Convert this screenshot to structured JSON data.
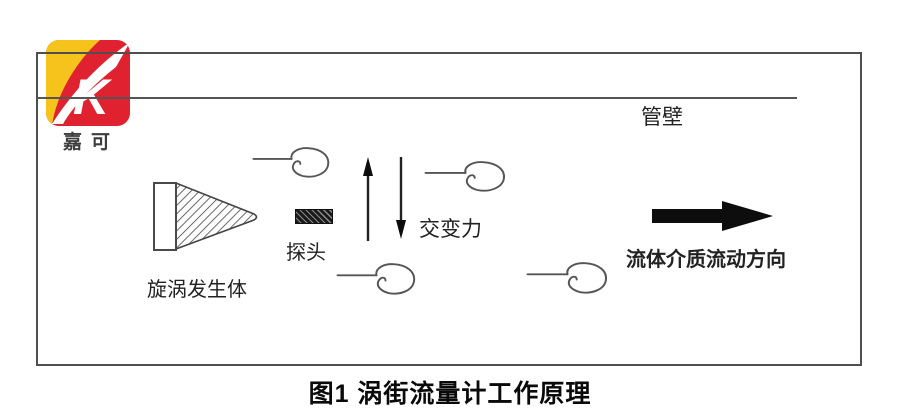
{
  "logo": {
    "brand_text": "嘉可",
    "icon": "jiake-k-swoosh-logo",
    "colors": {
      "red": "#E02230",
      "yellow": "#F5C31B",
      "mark": "#FFFFFF"
    }
  },
  "diagram": {
    "labels": {
      "pipe_wall": "管壁",
      "vortex_generator": "旋涡发生体",
      "probe": "探头",
      "alternating_force": "交变力",
      "flow_direction": "流体介质流动方向"
    },
    "icons": {
      "swirl": "vortex-swirl-icon",
      "force_up": "up-arrow-icon",
      "force_down": "down-arrow-icon",
      "flow": "right-flow-arrow-icon"
    },
    "colors": {
      "line": "#4F4F4F",
      "arrow": "#0D0D0D",
      "hatch": "#4E4E4E"
    }
  },
  "caption": "图1 涡街流量计工作原理"
}
